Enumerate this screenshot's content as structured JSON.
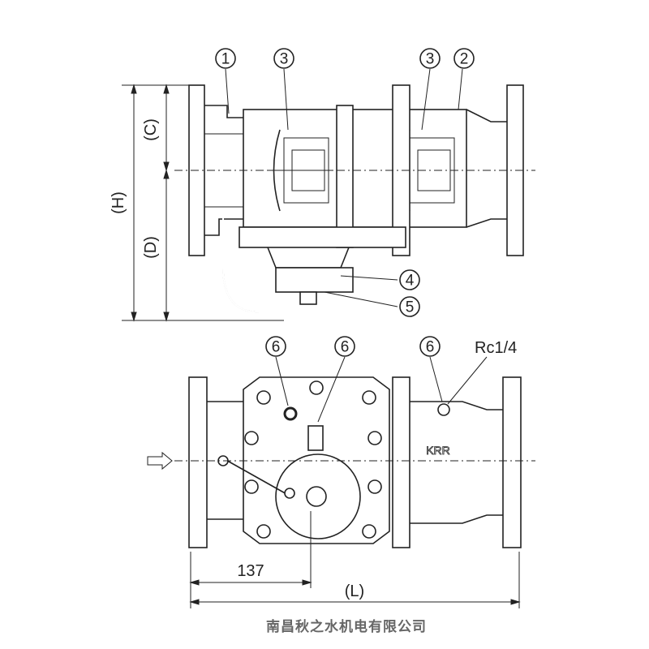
{
  "drawing": {
    "callouts": {
      "body": "1",
      "flange_outlet": "2",
      "check_valve_left": "3",
      "check_valve_right": "3",
      "relief_valve": "4",
      "relief_seat": "5",
      "test_cock_1": "6",
      "test_cock_2": "6",
      "test_cock_3": "6"
    },
    "port_label": "Rc1/4",
    "brand_mark": "KRR",
    "dimensions": {
      "c": "(C)",
      "d": "(D)",
      "h": "(H)",
      "offset": "137",
      "l": "(L)"
    }
  },
  "watermark": "南昌秋之水机电有限公司"
}
